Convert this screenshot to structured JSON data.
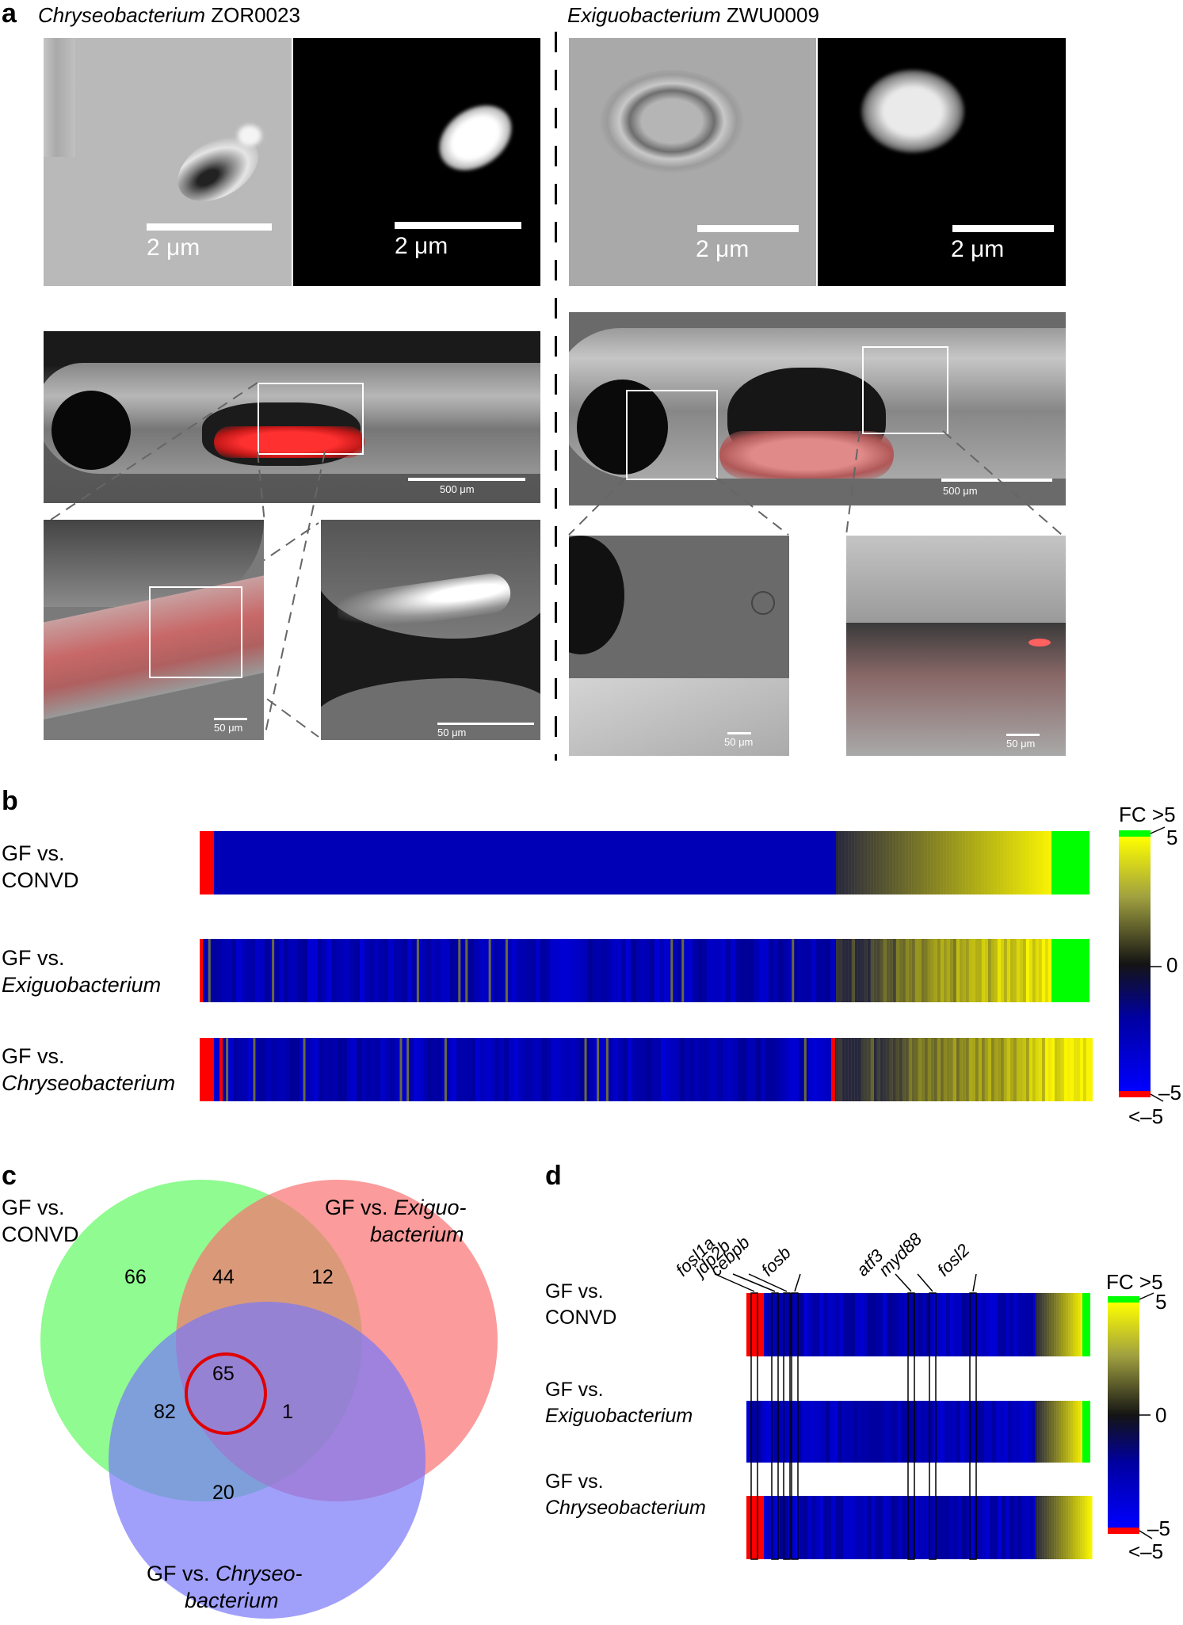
{
  "panel_a": {
    "letter": "a",
    "left_title_italic": "Chryseobacterium",
    "left_title_rest": " ZOR0023",
    "right_title_italic": "Exiguobacterium",
    "right_title_rest": " ZWU0009",
    "scale_2um": "2 μm",
    "scale_500um": "500 μm",
    "scale_50um": "50 μm"
  },
  "panel_b": {
    "letter": "b",
    "rows": [
      {
        "line1": "GF vs.",
        "line2": "CONVD",
        "line2_italic": false
      },
      {
        "line1": "GF vs.",
        "line2": "Exiguobacterium",
        "line2_italic": true
      },
      {
        "line1": "GF vs.",
        "line2": "Chryseobacterium",
        "line2_italic": true
      }
    ],
    "colorbar": {
      "title": "FC >5",
      "top": "5",
      "mid": "0",
      "bottom": "–5",
      "below": "<–5"
    },
    "colors": {
      "red": "#ff0000",
      "blue": "#0000c8",
      "dark": "#14143c",
      "yellow": "#ffff00",
      "green": "#00ff00"
    }
  },
  "panel_c": {
    "letter": "c",
    "set_convd_line1": "GF vs.",
    "set_convd_line2": "CONVD",
    "set_exig_line1": "GF vs. ",
    "set_exig_line1_it": "Exiguo-",
    "set_exig_line2_it": "bacterium",
    "set_chry_line1": "GF vs. ",
    "set_chry_line1_it": "Chryseo-",
    "set_chry_line2_it": "bacterium",
    "counts": {
      "convd_only": "66",
      "convd_exig": "44",
      "exig_only": "12",
      "all": "65",
      "convd_chry": "82",
      "exig_chry": "1",
      "chry_only": "20"
    },
    "colors": {
      "convd": "#7dfa7d",
      "exig": "#fa7070",
      "chry": "#7878fa",
      "highlight": "#e00000"
    }
  },
  "panel_d": {
    "letter": "d",
    "genes": [
      "fosl1a",
      "jdp2b",
      "cebpb",
      "fosb",
      "atf3",
      "myd88",
      "fosl2"
    ],
    "rows": [
      {
        "line1": "GF vs.",
        "line2": "CONVD",
        "line2_italic": false
      },
      {
        "line1": "GF vs.",
        "line2": "Exiguobacterium",
        "line2_italic": true
      },
      {
        "line1": "GF vs.",
        "line2": "Chryseobacterium",
        "line2_italic": true
      }
    ],
    "colorbar": {
      "title": "FC >5",
      "top": "5",
      "mid": "0",
      "bottom": "–5",
      "below": "<–5"
    }
  }
}
